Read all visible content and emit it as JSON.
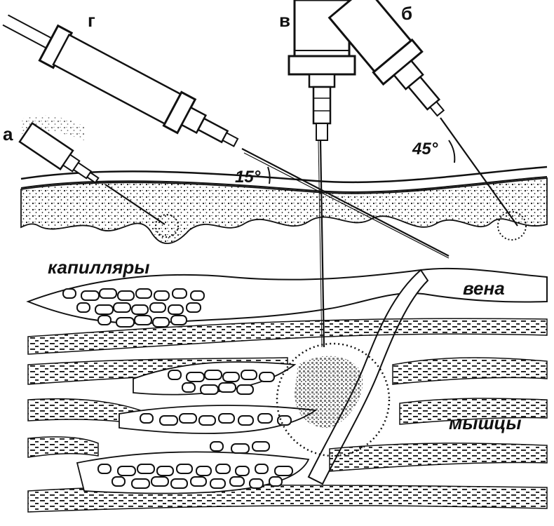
{
  "labels": {
    "a": "а",
    "b": "б",
    "v": "в",
    "g": "г",
    "angle_15": "15°",
    "angle_45": "45°",
    "capillaries": "капилляры",
    "vein": "вена",
    "muscles": "мышцы"
  },
  "colors": {
    "ink": "#111111",
    "paper": "#ffffff"
  },
  "icons": {
    "syringe": "syringe-icon",
    "needle": "needle-icon"
  }
}
